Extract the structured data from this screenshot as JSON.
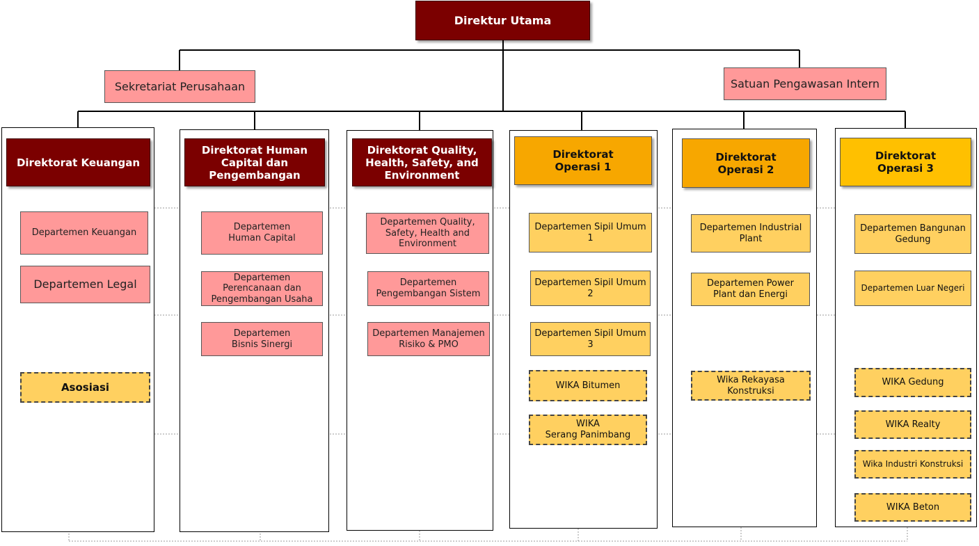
{
  "top": {
    "label": "Direktur Utama"
  },
  "staff": {
    "sekretariat": "Sekretariat Perusahaan",
    "spi": "Satuan Pengawasan Intern"
  },
  "directorates": [
    {
      "title": "Direktorat Keuangan",
      "departments": [
        "Departemen Keuangan",
        "Departemen Legal"
      ],
      "units": [
        "Asosiasi"
      ]
    },
    {
      "title": "Direktorat Human Capital dan Pengembangan",
      "departments": [
        "Departemen\nHuman Capital",
        "Departemen\nPerencanaan dan\nPengembangan Usaha",
        "Departemen\nBisnis Sinergi"
      ],
      "units": []
    },
    {
      "title": "Direktorat Quality, Health, Safety, and Environment",
      "departments": [
        "Departemen Quality,\nSafety, Health and\nEnvironment",
        "Departemen\nPengembangan Sistem",
        "Departemen Manajemen\nRisiko & PMO"
      ],
      "units": []
    },
    {
      "title": "Direktorat\nOperasi 1",
      "departments": [
        "Departemen Sipil Umum\n1",
        "Departemen Sipil Umum\n2",
        "Departemen Sipil Umum\n3"
      ],
      "units": [
        "WIKA Bitumen",
        "WIKA\nSerang Panimbang"
      ]
    },
    {
      "title": "Direktorat\nOperasi 2",
      "departments": [
        "Departemen Industrial\nPlant",
        "Departemen Power\nPlant dan Energi"
      ],
      "units": [
        "Wika Rekayasa\nKonstruksi"
      ]
    },
    {
      "title": "Direktorat\nOperasi 3",
      "departments": [
        "Departemen Bangunan\nGedung",
        "Departemen Luar Negeri"
      ],
      "units": [
        "WIKA Gedung",
        "WIKA Realty",
        "Wika Industri Konstruksi",
        "WIKA Beton"
      ]
    }
  ],
  "colors": {
    "maroon": "#7b0000",
    "pink": "#ff9999",
    "orange": "#f7a700",
    "gold": "#ffc000",
    "light_yellow": "#ffd060"
  }
}
